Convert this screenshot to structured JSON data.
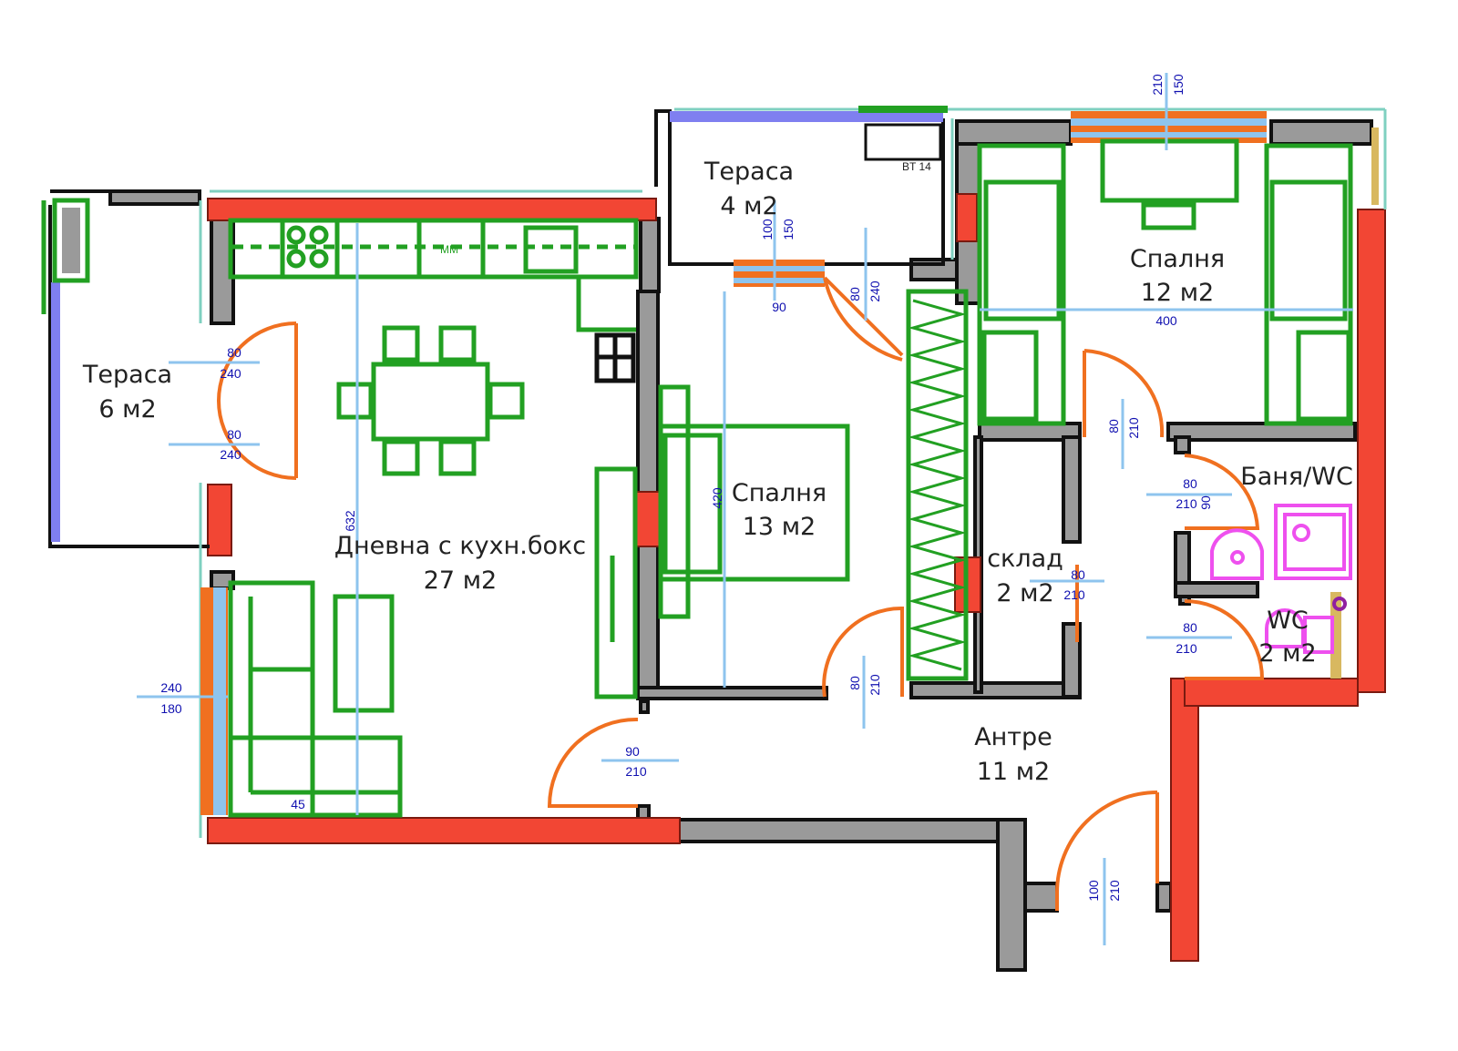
{
  "rooms": {
    "terrace_west": {
      "name": "Тераса",
      "area": "6 м2"
    },
    "terrace_north": {
      "name": "Тераса",
      "area": "4 м2"
    },
    "bedroom_ne": {
      "name": "Спалня",
      "area": "12 м2"
    },
    "living": {
      "name": "Дневна с кухн.бокс",
      "area": "27 м2"
    },
    "bedroom_mid": {
      "name": "Спалня",
      "area": "13 м2"
    },
    "storage": {
      "name": "склад",
      "area": "2 м2"
    },
    "bath": {
      "name": "Баня/WC",
      "area": ""
    },
    "wc": {
      "name": "WC",
      "area": "2 м2"
    },
    "hall": {
      "name": "Антре",
      "area": "11 м2"
    }
  },
  "labels": {
    "bt": "BT 14",
    "mm": "MM"
  },
  "dimensions": {
    "ne_window_w": "210",
    "ne_window_h": "150",
    "bedroom_ne_width": "400",
    "terrace_n_window_a": "100",
    "terrace_n_window_b": "150",
    "terrace_n_window_w": "90",
    "terrace_n_door_w": "80",
    "terrace_n_door_h": "240",
    "west_door1_w": "80",
    "west_door1_h": "240",
    "west_door2_w": "80",
    "west_door2_h": "240",
    "living_length": "632",
    "bedroom_mid_length": "420",
    "storage_door_w": "80",
    "storage_door_h": "210",
    "bath_door_w": "80",
    "bath_door_h": "210",
    "bath_door2_w": "80",
    "bath_door2_h": "210",
    "bath_side": "90",
    "storage2_w": "80",
    "storage2_h": "210",
    "wc_door_w": "80",
    "wc_door_h": "210",
    "bedroom_mid_door_w": "80",
    "bedroom_mid_door_h": "210",
    "living_door_w": "90",
    "living_door_h": "210",
    "window_w": "240",
    "window_h": "180",
    "entry_door_w": "100",
    "entry_door_h": "210",
    "sofa_small": "45"
  },
  "colors": {
    "wall_gray": "#9a9a9a",
    "wall_red": "#f24634",
    "furniture": "#22a022",
    "door": "#f07020",
    "window": "#7f7ff0",
    "dim_line": "#8ec4ee",
    "sanitary": "#ee50ee"
  }
}
